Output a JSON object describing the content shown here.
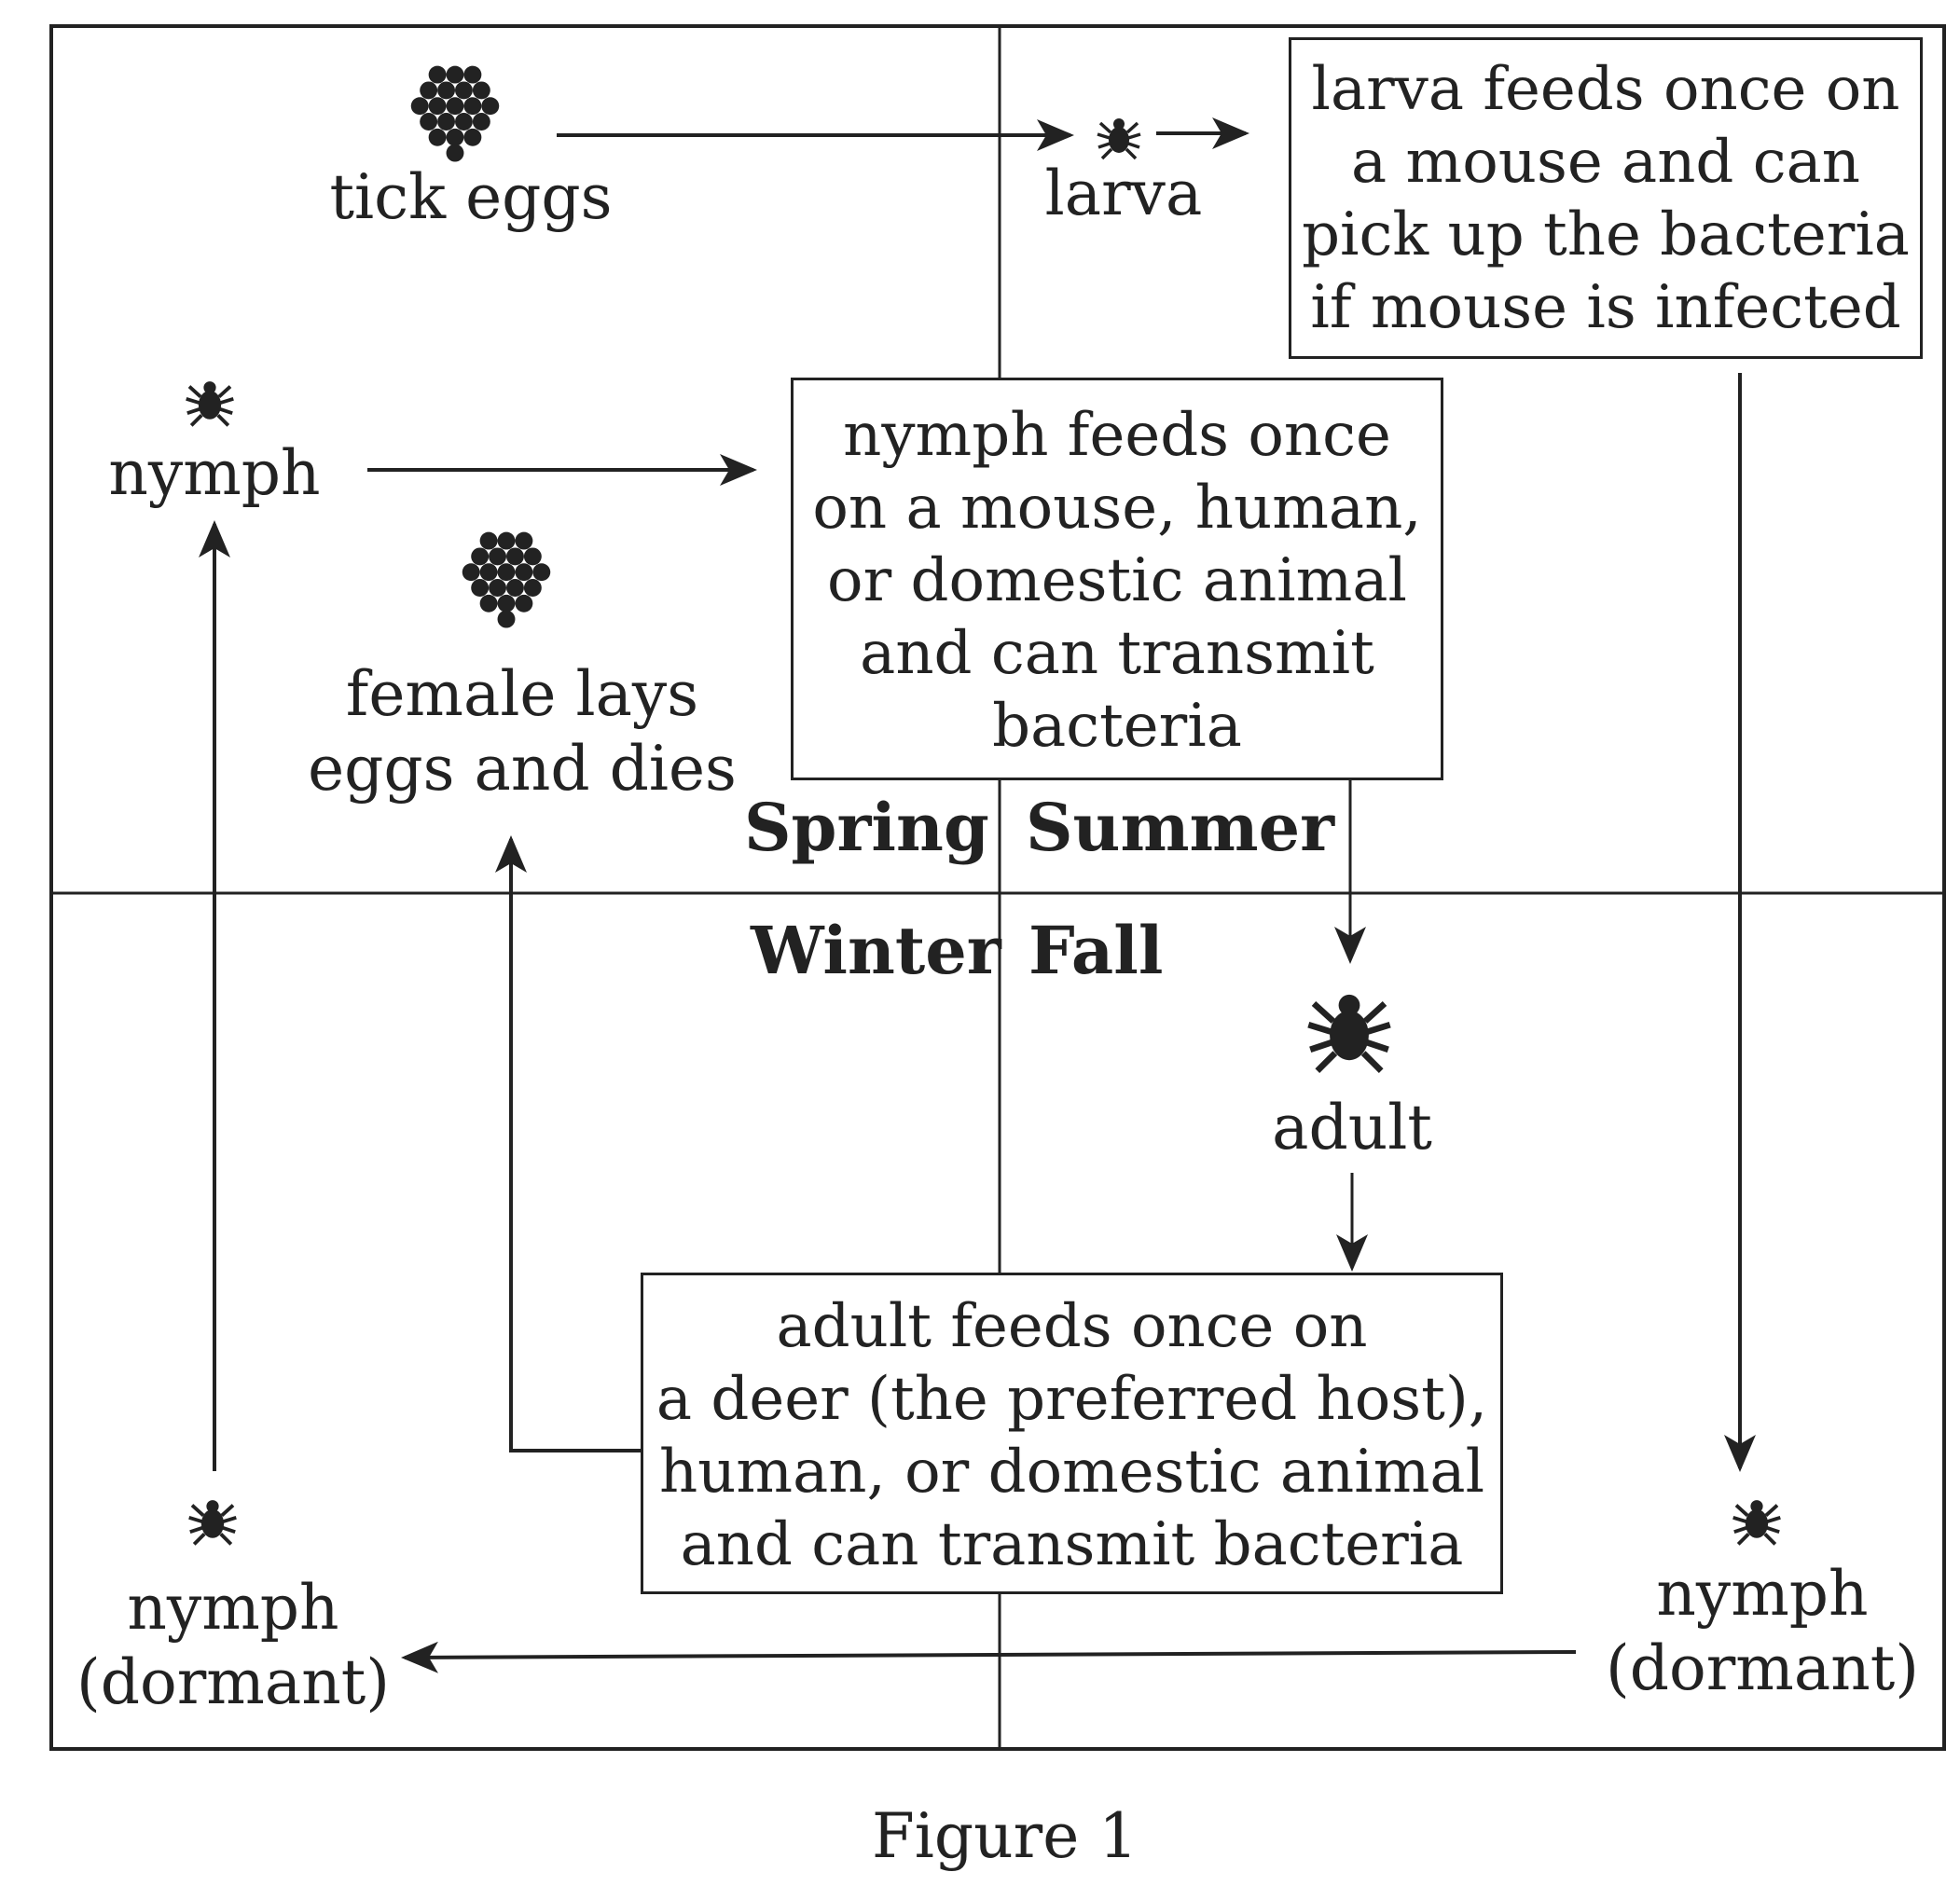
{
  "diagram": {
    "nodes": {
      "tick_eggs": "tick eggs",
      "larva": "larva",
      "larva_box": [
        "larva feeds once on",
        "a mouse and can",
        "pick up the bacteria",
        "if mouse is infected"
      ],
      "nymph_spring": "nymph",
      "nymph_box": [
        "nymph feeds once",
        "on a mouse, human,",
        "or domestic animal",
        "and can transmit",
        "bacteria"
      ],
      "female_lays": [
        "female lays",
        "eggs and dies"
      ],
      "adult": "adult",
      "adult_box": [
        "adult feeds once on",
        "a deer (the preferred host),",
        "human, or domestic animal",
        "and can transmit bacteria"
      ],
      "nymph_dormant_left": [
        "nymph",
        "(dormant)"
      ],
      "nymph_dormant_right": [
        "nymph",
        "(dormant)"
      ]
    },
    "seasons": {
      "spring": "Spring",
      "summer": "Summer",
      "winter": "Winter",
      "fall": "Fall"
    },
    "caption": "Figure 1"
  }
}
